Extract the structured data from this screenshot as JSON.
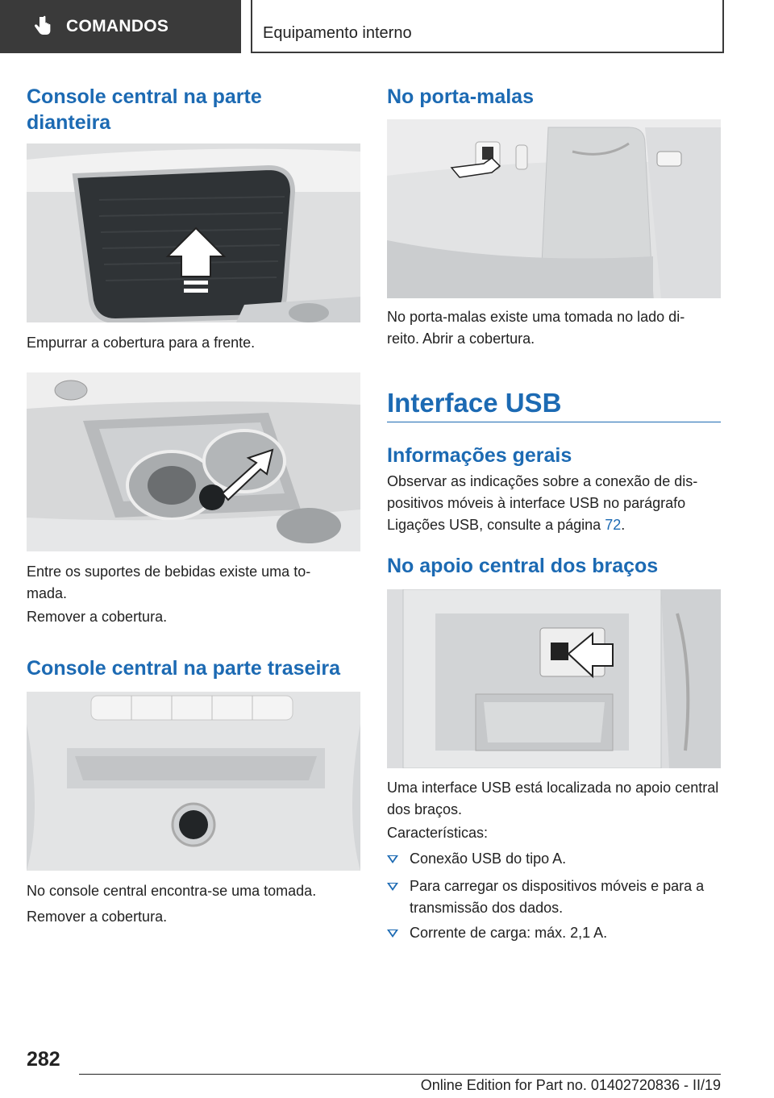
{
  "header": {
    "section": "COMANDOS",
    "chapter": "Equipamento interno",
    "icon": "hand-pointer-icon"
  },
  "left": {
    "h_front": "Console central na parte dianteira",
    "cap_push": "Empurrar a cobertura para a frente.",
    "cap_cupholder": "Entre os suportes de bebidas existe uma to­mada.",
    "cap_remove1": "Remover a cobertura.",
    "h_rear": "Console central na parte traseira",
    "cap_rear": "No console central encontra-se uma tomada.",
    "cap_remove2": "Remover a cobertura."
  },
  "right": {
    "h_trunk": "No porta-malas",
    "cap_trunk": "No porta-malas existe uma tomada no lado di­reito. Abrir a cobertura.",
    "h_usb": "Interface USB",
    "h_general": "Informações gerais",
    "general_text": "Observar as indicações sobre a conexão de dis­positivos móveis à interface USB no parágrafo Ligações USB, consulte a página ",
    "general_link": "72",
    "general_end": ".",
    "h_armrest": "No apoio central dos braços",
    "cap_armrest": "Uma interface USB está localizada no apoio cen­tral dos braços.",
    "features_label": "Características:",
    "bullets": [
      "Conexão USB do tipo A.",
      "Para carregar os dispositivos móveis e para a transmissão dos dados.",
      "Corrente de carga: máx. 2,1 A."
    ]
  },
  "footer": {
    "page": "282",
    "edition": "Online Edition for Part no. 01402720836 - II/19"
  },
  "colors": {
    "accent": "#1c6ab3",
    "header_bg": "#3a3a3a"
  }
}
